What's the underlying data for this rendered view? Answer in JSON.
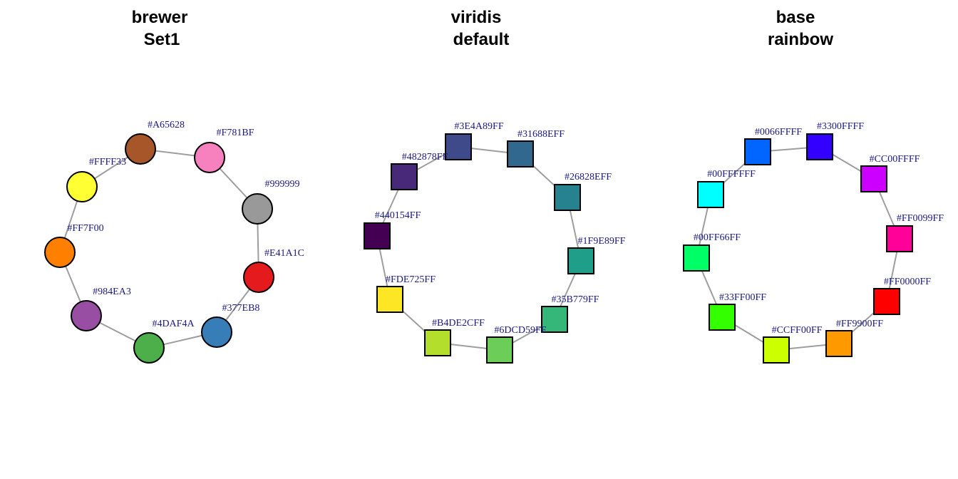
{
  "panels": [
    {
      "title_line1": "brewer",
      "title_line2": "Set1",
      "shape": "circle",
      "nodes": [
        {
          "label": "#A65628",
          "color": "#A65628"
        },
        {
          "label": "#F781BF",
          "color": "#F781BF"
        },
        {
          "label": "#999999",
          "color": "#999999"
        },
        {
          "label": "#E41A1C",
          "color": "#E41A1C"
        },
        {
          "label": "#377EB8",
          "color": "#377EB8"
        },
        {
          "label": "#4DAF4A",
          "color": "#4DAF4A"
        },
        {
          "label": "#984EA3",
          "color": "#984EA3"
        },
        {
          "label": "#FF7F00",
          "color": "#FF7F00"
        },
        {
          "label": "#FFFF33",
          "color": "#FFFF33"
        }
      ]
    },
    {
      "title_line1": "viridis",
      "title_line2": "default",
      "shape": "square",
      "nodes": [
        {
          "label": "#3E4A89FF",
          "color": "#3E4A89"
        },
        {
          "label": "#31688EFF",
          "color": "#31688E"
        },
        {
          "label": "#26828EFF",
          "color": "#26828E"
        },
        {
          "label": "#1F9E89FF",
          "color": "#1F9E89"
        },
        {
          "label": "#35B779FF",
          "color": "#35B779"
        },
        {
          "label": "#6DCD59FF",
          "color": "#6DCD59"
        },
        {
          "label": "#B4DE2CFF",
          "color": "#B4DE2C"
        },
        {
          "label": "#FDE725FF",
          "color": "#FDE725"
        },
        {
          "label": "#440154FF",
          "color": "#440154"
        },
        {
          "label": "#482878FF",
          "color": "#482878"
        }
      ]
    },
    {
      "title_line1": "base",
      "title_line2": "rainbow",
      "shape": "square",
      "nodes": [
        {
          "label": "#3300FFFF",
          "color": "#3300FF"
        },
        {
          "label": "#CC00FFFF",
          "color": "#CC00FF"
        },
        {
          "label": "#FF0099FF",
          "color": "#FF0099"
        },
        {
          "label": "#FF0000FF",
          "color": "#FF0000"
        },
        {
          "label": "#FF9900FF",
          "color": "#FF9900"
        },
        {
          "label": "#CCFF00FF",
          "color": "#CCFF00"
        },
        {
          "label": "#33FF00FF",
          "color": "#33FF00"
        },
        {
          "label": "#00FF66FF",
          "color": "#00FF66"
        },
        {
          "label": "#00FFFFFF",
          "color": "#00FFFF"
        },
        {
          "label": "#0066FFFF",
          "color": "#0066FF"
        }
      ]
    }
  ]
}
